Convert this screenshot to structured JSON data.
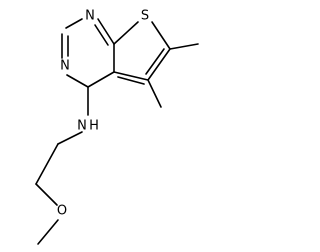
{
  "molecule": {
    "atoms": {
      "n_top": "N",
      "n_left": "N",
      "s_ring": "S",
      "nh_amine": "N",
      "h_amine": "H",
      "o_ether": "O"
    }
  },
  "colors": {
    "bond": "#000000",
    "label": "#000000",
    "background": "#ffffff"
  }
}
